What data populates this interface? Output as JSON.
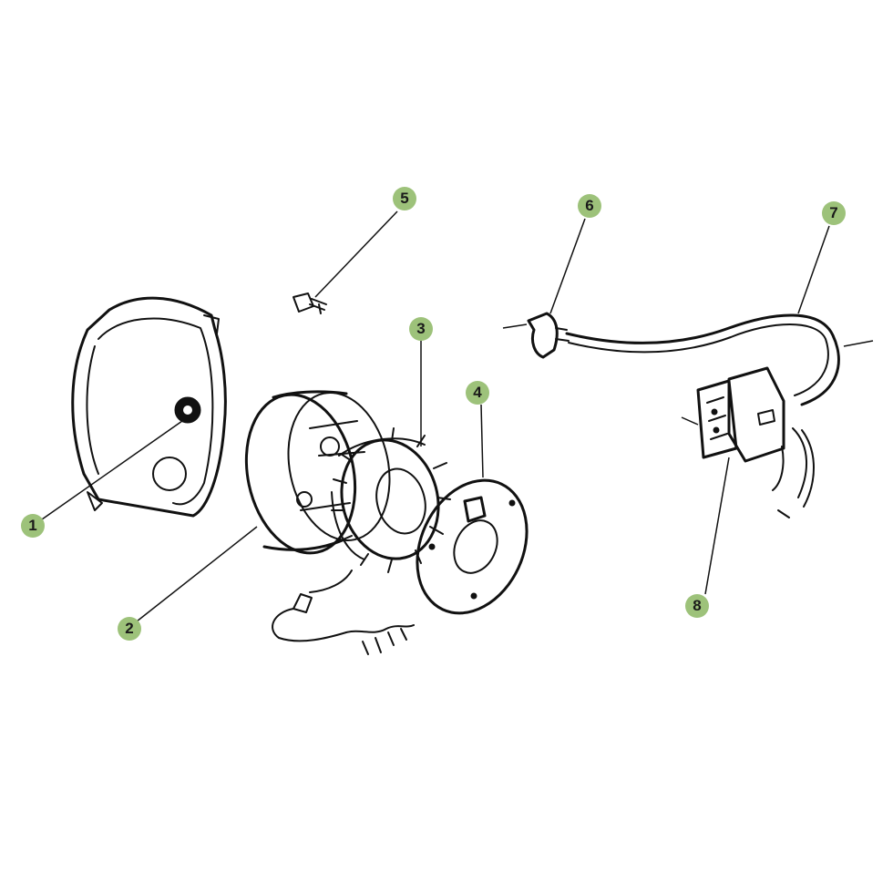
{
  "callouts": [
    {
      "id": "1",
      "label": "1"
    },
    {
      "id": "2",
      "label": "2"
    },
    {
      "id": "3",
      "label": "3"
    },
    {
      "id": "4",
      "label": "4"
    },
    {
      "id": "5",
      "label": "5"
    },
    {
      "id": "6",
      "label": "6"
    },
    {
      "id": "7",
      "label": "7"
    },
    {
      "id": "8",
      "label": "8"
    }
  ],
  "colors": {
    "callout_fill": "#9dc27a",
    "ink": "#111111",
    "background": "#ffffff"
  }
}
